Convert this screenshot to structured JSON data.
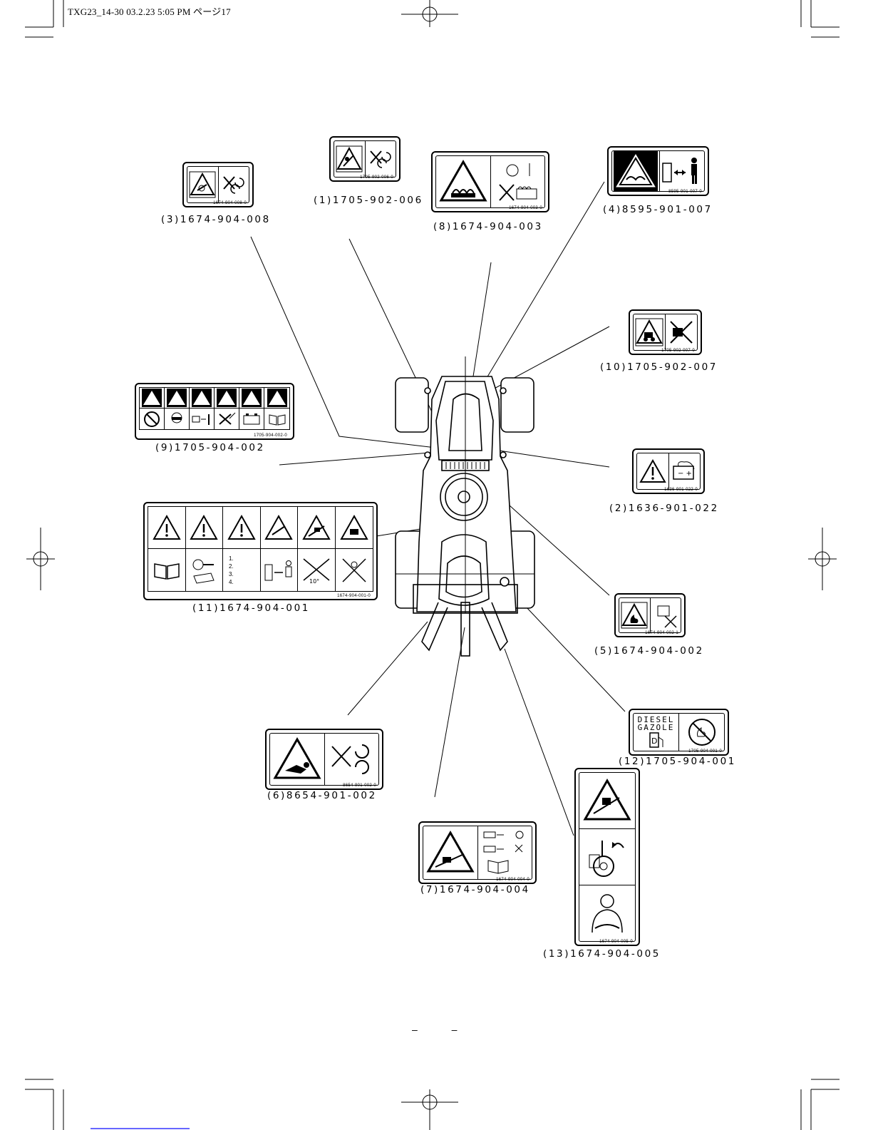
{
  "header": {
    "text": "TXG23_14-30  03.2.23  5:05 PM   ページ17"
  },
  "page_number": "– –",
  "decals": [
    {
      "id": "1",
      "label": "(1)1705-902-006",
      "part_number": "1705-902-006-0"
    },
    {
      "id": "2",
      "label": "(2)1636-901-022",
      "part_number": "1636-901-022-0"
    },
    {
      "id": "3",
      "label": "(3)1674-904-008",
      "part_number": "1674-904-008-0"
    },
    {
      "id": "4",
      "label": "(4)8595-901-007",
      "part_number": "8595-901-007-0"
    },
    {
      "id": "5",
      "label": "(5)1674-904-002",
      "part_number": "1674-904-002-1"
    },
    {
      "id": "6",
      "label": "(6)8654-901-002",
      "part_number": "8654-901-002-0"
    },
    {
      "id": "7",
      "label": "(7)1674-904-004",
      "part_number": "1674-904-004-0"
    },
    {
      "id": "8",
      "label": "(8)1674-904-003",
      "part_number": "1674-904-003-0"
    },
    {
      "id": "9",
      "label": "(9)1705-904-002",
      "part_number": "1705-904-002-0"
    },
    {
      "id": "10",
      "label": "(10)1705-902-007",
      "part_number": "1705-902-007-0"
    },
    {
      "id": "11",
      "label": "(11)1674-904-001",
      "part_number": "1674-904-001-0",
      "steps": [
        "1.",
        "2.",
        "3.",
        "4."
      ],
      "angle": "10°"
    },
    {
      "id": "12",
      "label": "(12)1705-904-001",
      "part_number": "1705-904-001-0",
      "fuel_text_1": "DIESEL",
      "fuel_text_2": "GAZOLE"
    },
    {
      "id": "13",
      "label": "(13)1674-904-005",
      "part_number": "1674-904-005-0"
    }
  ]
}
